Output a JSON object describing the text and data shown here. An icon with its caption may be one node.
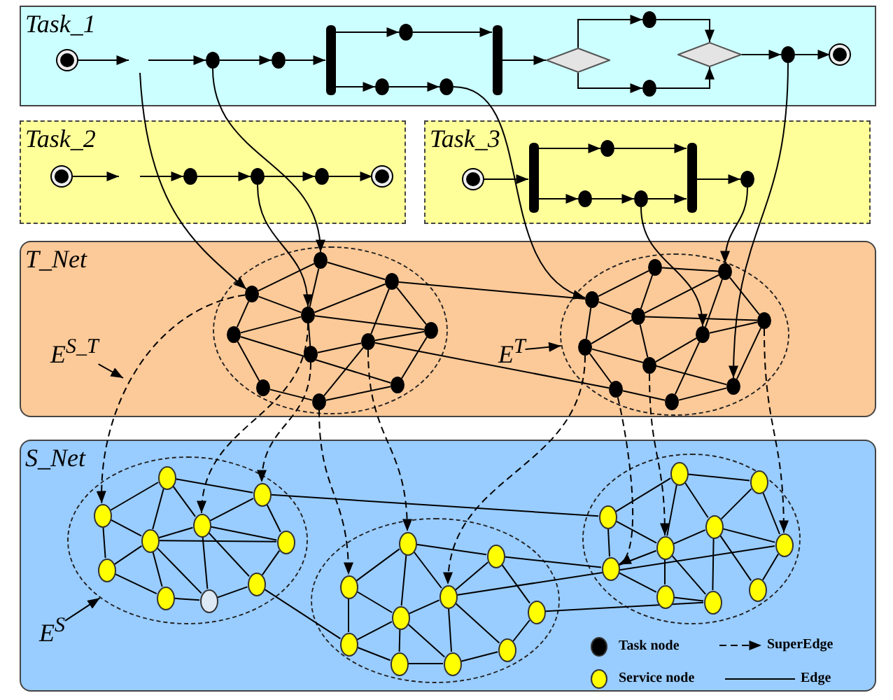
{
  "diagram": {
    "nodes": [
      {
        "text": [
          "Task_1"
        ]
      },
      {
        "text": [],
        "shape": "bullseye",
        "in": 0
      },
      {
        "text": [],
        "shape": "dot",
        "in": 0
      },
      {
        "text": [],
        "shape": "dot",
        "in": 0
      },
      {
        "text": [],
        "shape": "bar",
        "in": 0
      },
      {
        "text": [],
        "shape": "dot",
        "in": 0
      },
      {
        "text": [],
        "shape": "dot",
        "in": 0
      },
      {
        "text": [],
        "shape": "dot",
        "in": 0
      },
      {
        "text": [],
        "shape": "bar",
        "in": 0
      },
      {
        "text": [],
        "shape": "diamond",
        "in": 0
      },
      {
        "text": [],
        "shape": "dot",
        "in": 0
      },
      {
        "text": [],
        "shape": "dot",
        "in": 0
      },
      {
        "text": [],
        "shape": "diamond",
        "in": 0
      },
      {
        "text": [],
        "shape": "dot",
        "in": 0
      },
      {
        "text": [],
        "shape": "bullseye",
        "in": 0
      },
      {
        "text": [
          "Task_2"
        ]
      },
      {
        "text": [],
        "shape": "bullseye",
        "in": 15
      },
      {
        "text": [],
        "shape": "dot",
        "in": 15
      },
      {
        "text": [],
        "shape": "dot",
        "in": 15
      },
      {
        "text": [],
        "shape": "dot",
        "in": 15
      },
      {
        "text": [],
        "shape": "bullseye",
        "in": 15
      },
      {
        "text": [
          "Task_3"
        ]
      },
      {
        "text": [],
        "shape": "bullseye",
        "in": 21
      },
      {
        "text": [],
        "shape": "bar",
        "in": 21
      },
      {
        "text": [],
        "shape": "dot",
        "in": 21
      },
      {
        "text": [],
        "shape": "dot",
        "in": 21
      },
      {
        "text": [],
        "shape": "dot",
        "in": 21
      },
      {
        "text": [],
        "shape": "bar",
        "in": 21
      },
      {
        "text": [],
        "shape": "dot",
        "in": 21
      },
      {
        "text": [
          "T_Net"
        ]
      },
      {
        "text": [],
        "shape": "ellipse",
        "in": 29
      },
      {
        "text": [],
        "shape": "dot",
        "in": 30
      },
      {
        "text": [],
        "shape": "dot",
        "in": 30
      },
      {
        "text": [],
        "shape": "dot",
        "in": 30
      },
      {
        "text": [],
        "shape": "dot",
        "in": 30
      },
      {
        "text": [],
        "shape": "dot",
        "in": 30
      },
      {
        "text": [],
        "shape": "dot",
        "in": 30
      },
      {
        "text": [],
        "shape": "dot",
        "in": 30
      },
      {
        "text": [],
        "shape": "dot",
        "in": 30
      },
      {
        "text": [],
        "shape": "dot",
        "in": 30
      },
      {
        "text": [],
        "shape": "dot",
        "in": 30
      },
      {
        "text": [],
        "shape": "dot",
        "in": 30
      },
      {
        "text": [],
        "shape": "ellipse",
        "in": 29
      },
      {
        "text": [],
        "shape": "dot",
        "in": 42
      },
      {
        "text": [],
        "shape": "dot",
        "in": 42
      },
      {
        "text": [],
        "shape": "dot",
        "in": 42
      },
      {
        "text": [],
        "shape": "dot",
        "in": 42
      },
      {
        "text": [],
        "shape": "dot",
        "in": 42
      },
      {
        "text": [],
        "shape": "dot",
        "in": 42
      },
      {
        "text": [],
        "shape": "dot",
        "in": 42
      },
      {
        "text": [],
        "shape": "dot",
        "in": 42
      },
      {
        "text": [],
        "shape": "dot",
        "in": 42
      },
      {
        "text": [],
        "shape": "dot",
        "in": 42
      },
      {
        "text": [],
        "shape": "dot",
        "in": 42
      },
      {
        "text": [
          "E$^{S_T}$"
        ],
        "in": 29
      },
      {
        "text": [
          "E$^{T}$"
        ],
        "in": 29
      },
      {
        "text": [
          "S_Net"
        ]
      },
      {
        "text": [],
        "shape": "ellipse",
        "in": 56
      },
      {
        "text": [],
        "shape": "oval",
        "in": 57
      },
      {
        "text": [],
        "shape": "oval",
        "in": 57
      },
      {
        "text": [],
        "shape": "oval",
        "in": 57
      },
      {
        "text": [],
        "shape": "oval",
        "in": 57
      },
      {
        "text": [],
        "shape": "oval",
        "in": 57
      },
      {
        "text": [],
        "shape": "oval",
        "in": 57
      },
      {
        "text": [],
        "shape": "oval",
        "in": 57
      },
      {
        "text": [],
        "shape": "oval",
        "in": 57
      },
      {
        "text": [],
        "shape": "circle",
        "in": 57
      },
      {
        "text": [],
        "shape": "oval",
        "in": 57
      },
      {
        "text": [],
        "shape": "ellipse",
        "in": 56
      },
      {
        "text": [],
        "shape": "oval",
        "in": 68
      },
      {
        "text": [],
        "shape": "oval",
        "in": 68
      },
      {
        "text": [],
        "shape": "oval",
        "in": 68
      },
      {
        "text": [],
        "shape": "oval",
        "in": 68
      },
      {
        "text": [],
        "shape": "oval",
        "in": 68
      },
      {
        "text": [],
        "shape": "oval",
        "in": 68
      },
      {
        "text": [],
        "shape": "oval",
        "in": 68
      },
      {
        "text": [],
        "shape": "oval",
        "in": 68
      },
      {
        "text": [],
        "shape": "oval",
        "in": 68
      },
      {
        "text": [],
        "shape": "oval",
        "in": 68
      },
      {
        "text": [],
        "shape": "ellipse",
        "in": 56
      },
      {
        "text": [],
        "shape": "oval",
        "in": 79
      },
      {
        "text": [],
        "shape": "oval",
        "in": 79
      },
      {
        "text": [],
        "shape": "oval",
        "in": 79
      },
      {
        "text": [],
        "shape": "oval",
        "in": 79
      },
      {
        "text": [],
        "shape": "oval",
        "in": 79
      },
      {
        "text": [],
        "shape": "oval",
        "in": 79
      },
      {
        "text": [],
        "shape": "oval",
        "in": 79
      },
      {
        "text": [],
        "shape": "oval",
        "in": 79
      },
      {
        "text": [],
        "shape": "oval",
        "in": 79
      },
      {
        "text": [],
        "shape": "oval",
        "in": 79
      },
      {
        "text": [
          "E$^{S}$"
        ],
        "in": 56
      }
    ],
    "edges": [
      {
        "from": 1,
        "to": null,
        "arrow": "to"
      },
      {
        "from": null,
        "to": 2,
        "arrow": "to"
      },
      {
        "from": 2,
        "to": 3,
        "arrow": "to"
      },
      {
        "from": 3,
        "to": 4,
        "arrow": "to"
      },
      {
        "from": 4,
        "to": 5,
        "arrow": "to"
      },
      {
        "from": 5,
        "to": 8,
        "arrow": "to"
      },
      {
        "from": 4,
        "to": 6,
        "arrow": "to"
      },
      {
        "from": 6,
        "to": 7,
        "arrow": "to"
      },
      {
        "from": 8,
        "to": 9,
        "arrow": "to"
      },
      {
        "from": 9,
        "to": 10,
        "arrow": "to"
      },
      {
        "from": 10,
        "to": 12,
        "arrow": "to"
      },
      {
        "from": 9,
        "to": 11,
        "arrow": "to"
      },
      {
        "from": 11,
        "to": 12,
        "arrow": "to"
      },
      {
        "from": 12,
        "to": 13,
        "arrow": "to"
      },
      {
        "from": 13,
        "to": 14,
        "arrow": "to"
      },
      {
        "from": 16,
        "to": null,
        "arrow": "to"
      },
      {
        "from": null,
        "to": 17,
        "arrow": "to"
      },
      {
        "from": 17,
        "to": 18,
        "arrow": "to"
      },
      {
        "from": 18,
        "to": 19,
        "arrow": "to"
      },
      {
        "from": 19,
        "to": 20,
        "arrow": "to"
      },
      {
        "from": 22,
        "to": 23,
        "arrow": "to"
      },
      {
        "from": 23,
        "to": 24,
        "arrow": "to"
      },
      {
        "from": 24,
        "to": 27,
        "arrow": "to"
      },
      {
        "from": 23,
        "to": 25,
        "arrow": "to"
      },
      {
        "from": 25,
        "to": 26,
        "arrow": "to"
      },
      {
        "from": 26,
        "to": 27,
        "arrow": "to"
      },
      {
        "from": 27,
        "to": 28,
        "arrow": "to"
      },
      {
        "from": null,
        "to": 32,
        "arrow": "to"
      },
      {
        "from": 2,
        "to": 31,
        "arrow": "to"
      },
      {
        "from": 7,
        "to": 45,
        "arrow": "to"
      },
      {
        "from": 13,
        "to": 53,
        "arrow": "to"
      },
      {
        "from": 18,
        "to": 34,
        "arrow": "to"
      },
      {
        "from": 26,
        "to": 48,
        "arrow": "to"
      },
      {
        "from": 28,
        "to": 44,
        "arrow": "to"
      },
      {
        "from": 54,
        "to": null,
        "arrow": "to"
      },
      {
        "from": 55,
        "to": 42,
        "arrow": "to"
      },
      {
        "from": 90,
        "to": 57,
        "arrow": "to"
      },
      {
        "from": 32,
        "to": 60,
        "arrow": "to",
        "style": "dashed"
      },
      {
        "from": 34,
        "to": 61,
        "arrow": "to",
        "style": "dashed"
      },
      {
        "from": 37,
        "to": 59,
        "arrow": "to",
        "style": "dashed"
      },
      {
        "from": 41,
        "to": 71,
        "arrow": "to",
        "style": "dashed"
      },
      {
        "from": 38,
        "to": 69,
        "arrow": "to",
        "style": "dashed"
      },
      {
        "from": 49,
        "to": 72,
        "arrow": "to",
        "style": "dashed"
      },
      {
        "from": 51,
        "to": 86,
        "arrow": "to",
        "style": "dashed"
      },
      {
        "from": 50,
        "to": 84,
        "arrow": "to",
        "style": "dashed"
      },
      {
        "from": 47,
        "to": 85,
        "arrow": "to",
        "style": "dashed"
      },
      {
        "from": 31,
        "to": 33,
        "arrow": "none"
      },
      {
        "from": 32,
        "to": 31,
        "arrow": "none"
      },
      {
        "from": 31,
        "to": 34,
        "arrow": "none"
      },
      {
        "from": 32,
        "to": 34,
        "arrow": "none"
      },
      {
        "from": 32,
        "to": 35,
        "arrow": "none"
      },
      {
        "from": 34,
        "to": 33,
        "arrow": "none"
      },
      {
        "from": 35,
        "to": 34,
        "arrow": "none"
      },
      {
        "from": 34,
        "to": 36,
        "arrow": "none"
      },
      {
        "from": 33,
        "to": 36,
        "arrow": "none"
      },
      {
        "from": 33,
        "to": 38,
        "arrow": "none"
      },
      {
        "from": 35,
        "to": 40,
        "arrow": "none"
      },
      {
        "from": 34,
        "to": 37,
        "arrow": "none"
      },
      {
        "from": 37,
        "to": 38,
        "arrow": "none"
      },
      {
        "from": 38,
        "to": 36,
        "arrow": "none"
      },
      {
        "from": 38,
        "to": 41,
        "arrow": "none"
      },
      {
        "from": 35,
        "to": 39,
        "arrow": "none"
      },
      {
        "from": 39,
        "to": 41,
        "arrow": "none"
      },
      {
        "from": 41,
        "to": 40,
        "arrow": "none"
      },
      {
        "from": 40,
        "to": 36,
        "arrow": "none"
      },
      {
        "from": 43,
        "to": 44,
        "arrow": "none"
      },
      {
        "from": 43,
        "to": 45,
        "arrow": "none"
      },
      {
        "from": 43,
        "to": 46,
        "arrow": "none"
      },
      {
        "from": 44,
        "to": 46,
        "arrow": "none"
      },
      {
        "from": 44,
        "to": 48,
        "arrow": "none"
      },
      {
        "from": 44,
        "to": 47,
        "arrow": "none"
      },
      {
        "from": 45,
        "to": 46,
        "arrow": "none"
      },
      {
        "from": 45,
        "to": 49,
        "arrow": "none"
      },
      {
        "from": 46,
        "to": 49,
        "arrow": "none"
      },
      {
        "from": 46,
        "to": 47,
        "arrow": "none"
      },
      {
        "from": 46,
        "to": 50,
        "arrow": "none"
      },
      {
        "from": 48,
        "to": 47,
        "arrow": "none"
      },
      {
        "from": 48,
        "to": 50,
        "arrow": "none"
      },
      {
        "from": 48,
        "to": 52,
        "arrow": "none"
      },
      {
        "from": 47,
        "to": 53,
        "arrow": "none"
      },
      {
        "from": 49,
        "to": 53,
        "arrow": "none"
      },
      {
        "from": 49,
        "to": 51,
        "arrow": "none"
      },
      {
        "from": 51,
        "to": 52,
        "arrow": "none"
      },
      {
        "from": 52,
        "to": 53,
        "arrow": "none"
      },
      {
        "from": 33,
        "to": 45,
        "arrow": "none"
      },
      {
        "from": 38,
        "to": 51,
        "arrow": "none"
      },
      {
        "from": 58,
        "to": 59,
        "arrow": "none"
      },
      {
        "from": 58,
        "to": 60,
        "arrow": "none"
      },
      {
        "from": 58,
        "to": 62,
        "arrow": "none"
      },
      {
        "from": 58,
        "to": 61,
        "arrow": "none"
      },
      {
        "from": 60,
        "to": 62,
        "arrow": "none"
      },
      {
        "from": 60,
        "to": 64,
        "arrow": "none"
      },
      {
        "from": 61,
        "to": 59,
        "arrow": "none"
      },
      {
        "from": 61,
        "to": 62,
        "arrow": "none"
      },
      {
        "from": 61,
        "to": 63,
        "arrow": "none"
      },
      {
        "from": 61,
        "to": 66,
        "arrow": "none"
      },
      {
        "from": 61,
        "to": 67,
        "arrow": "none"
      },
      {
        "from": 62,
        "to": 63,
        "arrow": "none"
      },
      {
        "from": 62,
        "to": 64,
        "arrow": "none"
      },
      {
        "from": 62,
        "to": 65,
        "arrow": "none"
      },
      {
        "from": 62,
        "to": 66,
        "arrow": "none"
      },
      {
        "from": 59,
        "to": 63,
        "arrow": "none"
      },
      {
        "from": 63,
        "to": 67,
        "arrow": "none"
      },
      {
        "from": 67,
        "to": 66,
        "arrow": "none"
      },
      {
        "from": 65,
        "to": 66,
        "arrow": "none"
      },
      {
        "from": 64,
        "to": 65,
        "arrow": "none"
      },
      {
        "from": 69,
        "to": 70,
        "arrow": "none"
      },
      {
        "from": 69,
        "to": 71,
        "arrow": "none"
      },
      {
        "from": 69,
        "to": 73,
        "arrow": "none"
      },
      {
        "from": 69,
        "to": 72,
        "arrow": "none"
      },
      {
        "from": 71,
        "to": 73,
        "arrow": "none"
      },
      {
        "from": 71,
        "to": 75,
        "arrow": "none"
      },
      {
        "from": 70,
        "to": 72,
        "arrow": "none"
      },
      {
        "from": 70,
        "to": 74,
        "arrow": "none"
      },
      {
        "from": 72,
        "to": 73,
        "arrow": "none"
      },
      {
        "from": 72,
        "to": 76,
        "arrow": "none"
      },
      {
        "from": 72,
        "to": 78,
        "arrow": "none"
      },
      {
        "from": 73,
        "to": 75,
        "arrow": "none"
      },
      {
        "from": 73,
        "to": 77,
        "arrow": "none"
      },
      {
        "from": 73,
        "to": 78,
        "arrow": "none"
      },
      {
        "from": 75,
        "to": 77,
        "arrow": "none"
      },
      {
        "from": 77,
        "to": 78,
        "arrow": "none"
      },
      {
        "from": 78,
        "to": 76,
        "arrow": "none"
      },
      {
        "from": 76,
        "to": 74,
        "arrow": "none"
      },
      {
        "from": 80,
        "to": 81,
        "arrow": "none"
      },
      {
        "from": 80,
        "to": 82,
        "arrow": "none"
      },
      {
        "from": 80,
        "to": 84,
        "arrow": "none"
      },
      {
        "from": 80,
        "to": 83,
        "arrow": "none"
      },
      {
        "from": 81,
        "to": 83,
        "arrow": "none"
      },
      {
        "from": 81,
        "to": 85,
        "arrow": "none"
      },
      {
        "from": 82,
        "to": 84,
        "arrow": "none"
      },
      {
        "from": 82,
        "to": 86,
        "arrow": "none"
      },
      {
        "from": 83,
        "to": 84,
        "arrow": "none"
      },
      {
        "from": 83,
        "to": 85,
        "arrow": "none"
      },
      {
        "from": 83,
        "to": 88,
        "arrow": "none"
      },
      {
        "from": 83,
        "to": 89,
        "arrow": "none"
      },
      {
        "from": 84,
        "to": 86,
        "arrow": "none"
      },
      {
        "from": 84,
        "to": 87,
        "arrow": "none"
      },
      {
        "from": 84,
        "to": 88,
        "arrow": "none"
      },
      {
        "from": 85,
        "to": 89,
        "arrow": "none"
      },
      {
        "from": 86,
        "to": 87,
        "arrow": "none"
      },
      {
        "from": 87,
        "to": 88,
        "arrow": "none"
      },
      {
        "from": 59,
        "to": 82,
        "arrow": "none"
      },
      {
        "from": 67,
        "to": 75,
        "arrow": "none"
      },
      {
        "from": 70,
        "to": 86,
        "arrow": "none"
      },
      {
        "from": 72,
        "to": 85,
        "arrow": "none"
      },
      {
        "from": 74,
        "to": 88,
        "arrow": "none"
      }
    ],
    "legend": [
      {
        "text": "Task node",
        "color": "#000000"
      },
      {
        "text": "SuperEdge"
      },
      {
        "text": "Service node",
        "color": "#ffff00"
      },
      {
        "text": "Edge"
      }
    ]
  }
}
